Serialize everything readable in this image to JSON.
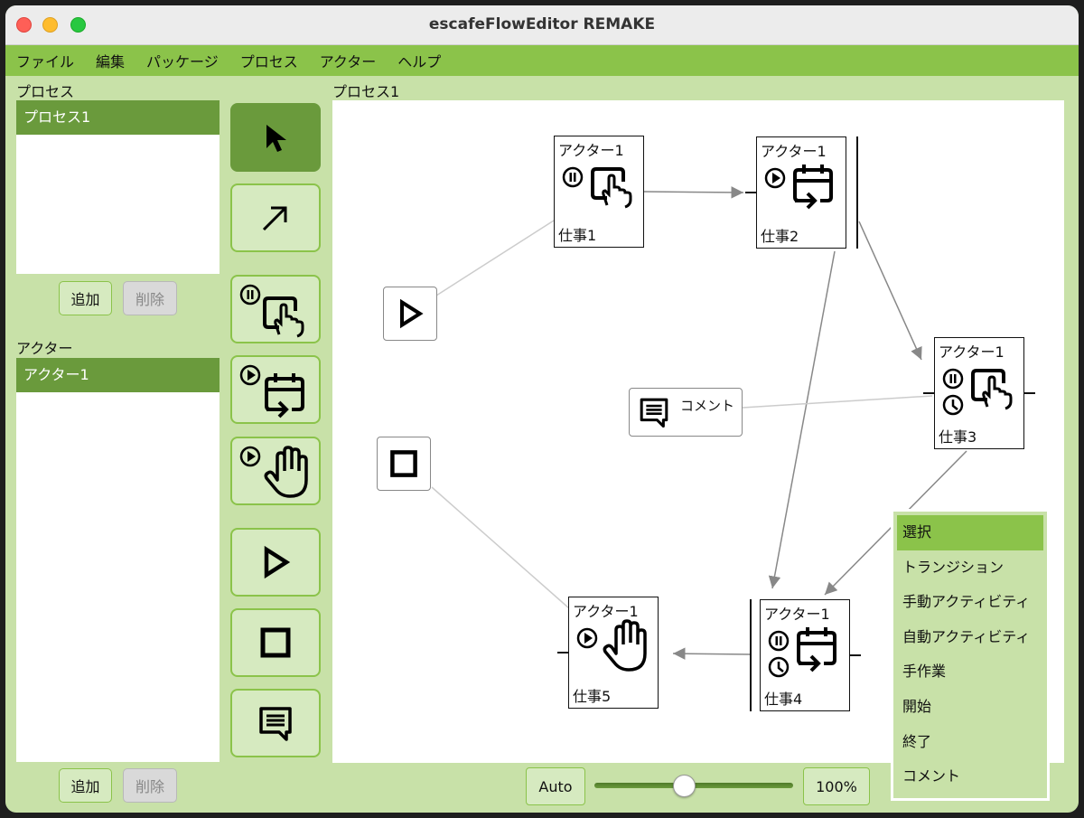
{
  "window": {
    "title": "escafeFlowEditor REMAKE"
  },
  "menubar": {
    "items": [
      "ファイル",
      "編集",
      "パッケージ",
      "プロセス",
      "アクター",
      "ヘルプ"
    ]
  },
  "process_panel": {
    "label": "プロセス",
    "items": [
      "プロセス1"
    ],
    "add_label": "追加",
    "delete_label": "削除"
  },
  "actor_panel": {
    "label": "アクター",
    "items": [
      "アクター1"
    ],
    "add_label": "追加",
    "delete_label": "削除"
  },
  "toolbar": {
    "tools": [
      {
        "icon": "select-cursor-icon",
        "active": true
      },
      {
        "icon": "transition-arrow-icon",
        "active": false
      },
      {
        "icon": "manual-activity-icon",
        "active": false
      },
      {
        "icon": "auto-activity-icon",
        "active": false
      },
      {
        "icon": "manual-work-icon",
        "active": false
      },
      {
        "icon": "start-icon",
        "active": false
      },
      {
        "icon": "end-icon",
        "active": false
      },
      {
        "icon": "comment-icon",
        "active": false
      }
    ]
  },
  "canvas": {
    "title": "プロセス1",
    "nodes": [
      {
        "actor": "アクター1",
        "task": "仕事1",
        "state": "pause-icon",
        "kind": "manual-activity-icon"
      },
      {
        "actor": "アクター1",
        "task": "仕事2",
        "state": "play-icon",
        "kind": "auto-activity-icon"
      },
      {
        "actor": "アクター1",
        "task": "仕事3",
        "state": "pause-icon",
        "timer": "clock-icon",
        "kind": "manual-activity-icon"
      },
      {
        "actor": "アクター1",
        "task": "仕事4",
        "state": "pause-icon",
        "timer": "clock-icon",
        "kind": "auto-activity-icon"
      },
      {
        "actor": "アクター1",
        "task": "仕事5",
        "state": "play-icon",
        "kind": "manual-work-icon"
      }
    ],
    "comment": {
      "text": "コメント"
    }
  },
  "bottombar": {
    "auto_label": "Auto",
    "zoom_label": "100%",
    "zoom_level": 0.45
  },
  "context_menu": {
    "items": [
      "選択",
      "トランジション",
      "手動アクティビティ",
      "自動アクティビティ",
      "手作業",
      "開始",
      "終了",
      "コメント"
    ],
    "selected_index": 0
  },
  "colors": {
    "accent": "#8bc34a",
    "panel_bg": "#c8e1a8",
    "selected_dark": "#6a9a3c"
  }
}
